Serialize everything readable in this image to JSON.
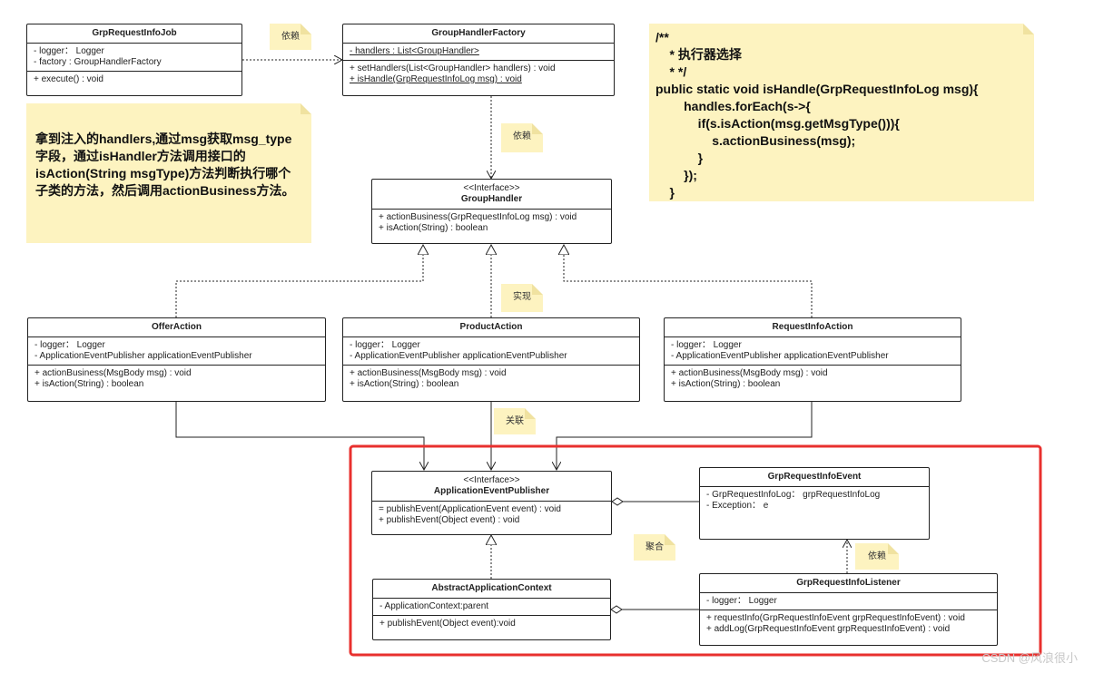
{
  "accent": "#e8302e",
  "note_color": "#fdf3c0",
  "classes": {
    "job": {
      "name": "GrpRequestInfoJob",
      "attrs": [
        "- logger： Logger",
        "- factory : GroupHandlerFactory"
      ],
      "methods": [
        "+ execute() : void"
      ]
    },
    "factory": {
      "name": "GroupHandlerFactory",
      "attrs": [
        "- handlers : List<GroupHandler>"
      ],
      "methods": [
        "+ setHandlers(List<GroupHandler> handlers) : void",
        "+ isHandle(GrpRequestInfoLog msg) : void"
      ]
    },
    "group_handler": {
      "stereotype": "<<Interface>>",
      "name": "GroupHandler",
      "methods": [
        "+ actionBusiness(GrpRequestInfoLog msg) : void",
        "+ isAction(String) : boolean"
      ]
    },
    "offer": {
      "name": "OfferAction",
      "attrs": [
        "- logger： Logger",
        "- ApplicationEventPublisher applicationEventPublisher"
      ],
      "methods": [
        "+ actionBusiness(MsgBody msg) : void",
        "+ isAction(String) : boolean"
      ]
    },
    "product": {
      "name": "ProductAction",
      "attrs": [
        "- logger： Logger",
        "- ApplicationEventPublisher applicationEventPublisher"
      ],
      "methods": [
        "+ actionBusiness(MsgBody msg) : void",
        "+ isAction(String) : boolean"
      ]
    },
    "request_info": {
      "name": "RequestInfoAction",
      "attrs": [
        "- logger： Logger",
        "- ApplicationEventPublisher applicationEventPublisher"
      ],
      "methods": [
        "+ actionBusiness(MsgBody msg) : void",
        "+ isAction(String) : boolean"
      ]
    },
    "publisher": {
      "stereotype": "<<Interface>>",
      "name": "ApplicationEventPublisher",
      "methods": [
        "= publishEvent(ApplicationEvent event) : void",
        "+ publishEvent(Object event) : void"
      ]
    },
    "event": {
      "name": "GrpRequestInfoEvent",
      "attrs": [
        "- GrpRequestInfoLog： grpRequestInfoLog",
        "- Exception： e"
      ]
    },
    "context": {
      "name": "AbstractApplicationContext",
      "attrs": [
        "- ApplicationContext:parent"
      ],
      "methods": [
        "+ publishEvent(Object event):void"
      ]
    },
    "listener": {
      "name": "GrpRequestInfoListener",
      "attrs": [
        "- logger： Logger"
      ],
      "methods": [
        "+ requestInfo(GrpRequestInfoEvent grpRequestInfoEvent) : void",
        "+ addLog(GrpRequestInfoEvent grpRequestInfoEvent) : void"
      ]
    }
  },
  "labels": {
    "dep1": "依赖",
    "dep2": "依赖",
    "impl": "实现",
    "assoc": "关联",
    "agg": "聚合",
    "dep3": "依赖"
  },
  "notes": {
    "explain": "拿到注入的handlers,通过msg获取msg_type字段，通过isHandler方法调用接口的isAction(String msgType)方法判断执行哪个子类的方法，然后调用actionBusiness方法。",
    "code": "/**\n    * 执行器选择\n    * */\npublic static void isHandle(GrpRequestInfoLog msg){\n        handles.forEach(s->{\n            if(s.isAction(msg.getMsgType())){\n                s.actionBusiness(msg);\n            }\n        });\n    }"
  },
  "watermark": "CSDN @风浪很小"
}
